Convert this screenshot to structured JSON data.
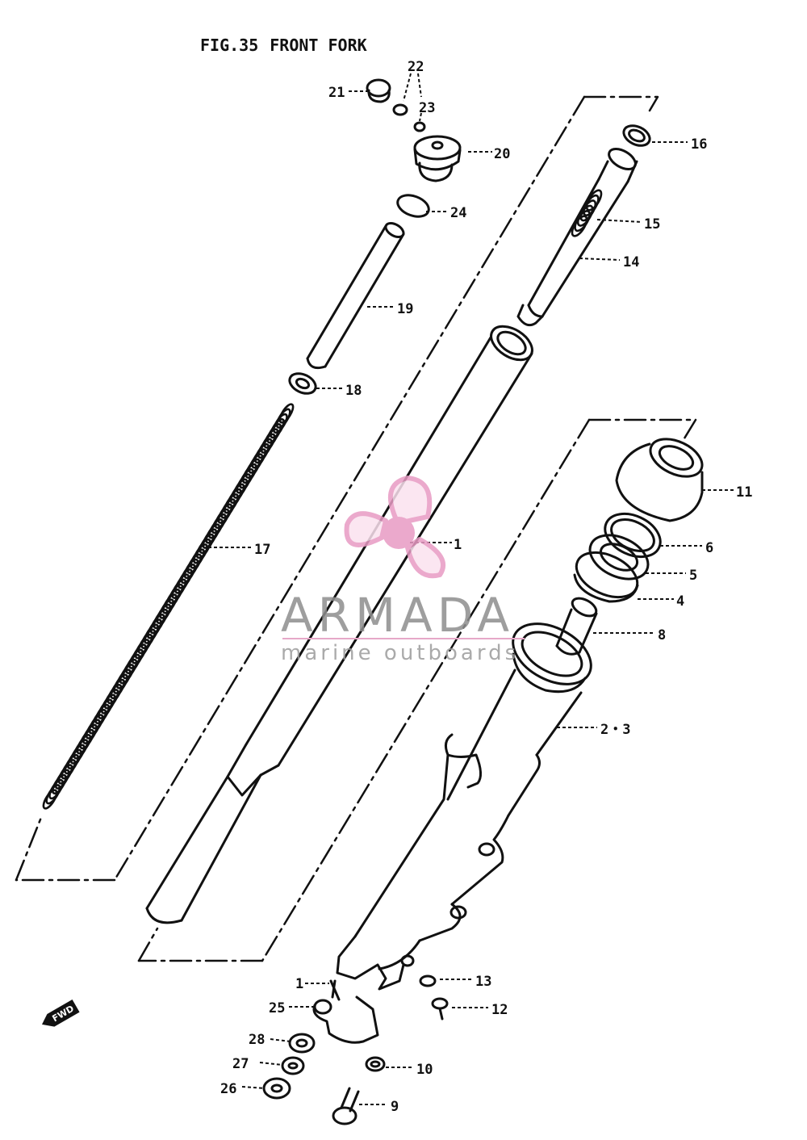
{
  "figure": {
    "number": "FIG.35",
    "name": "FRONT FORK"
  },
  "watermark": {
    "brand": "ARMADA",
    "tagline": "marine outboards",
    "logo_color": "#e89bc4"
  },
  "direction_badge": "FWD",
  "callouts": [
    "1",
    "2・3",
    "4",
    "5",
    "6",
    "8",
    "9",
    "10",
    "11",
    "12",
    "13",
    "14",
    "15",
    "16",
    "17",
    "18",
    "19",
    "20",
    "21",
    "22",
    "23",
    "24",
    "25",
    "26",
    "27",
    "28",
    "1"
  ]
}
